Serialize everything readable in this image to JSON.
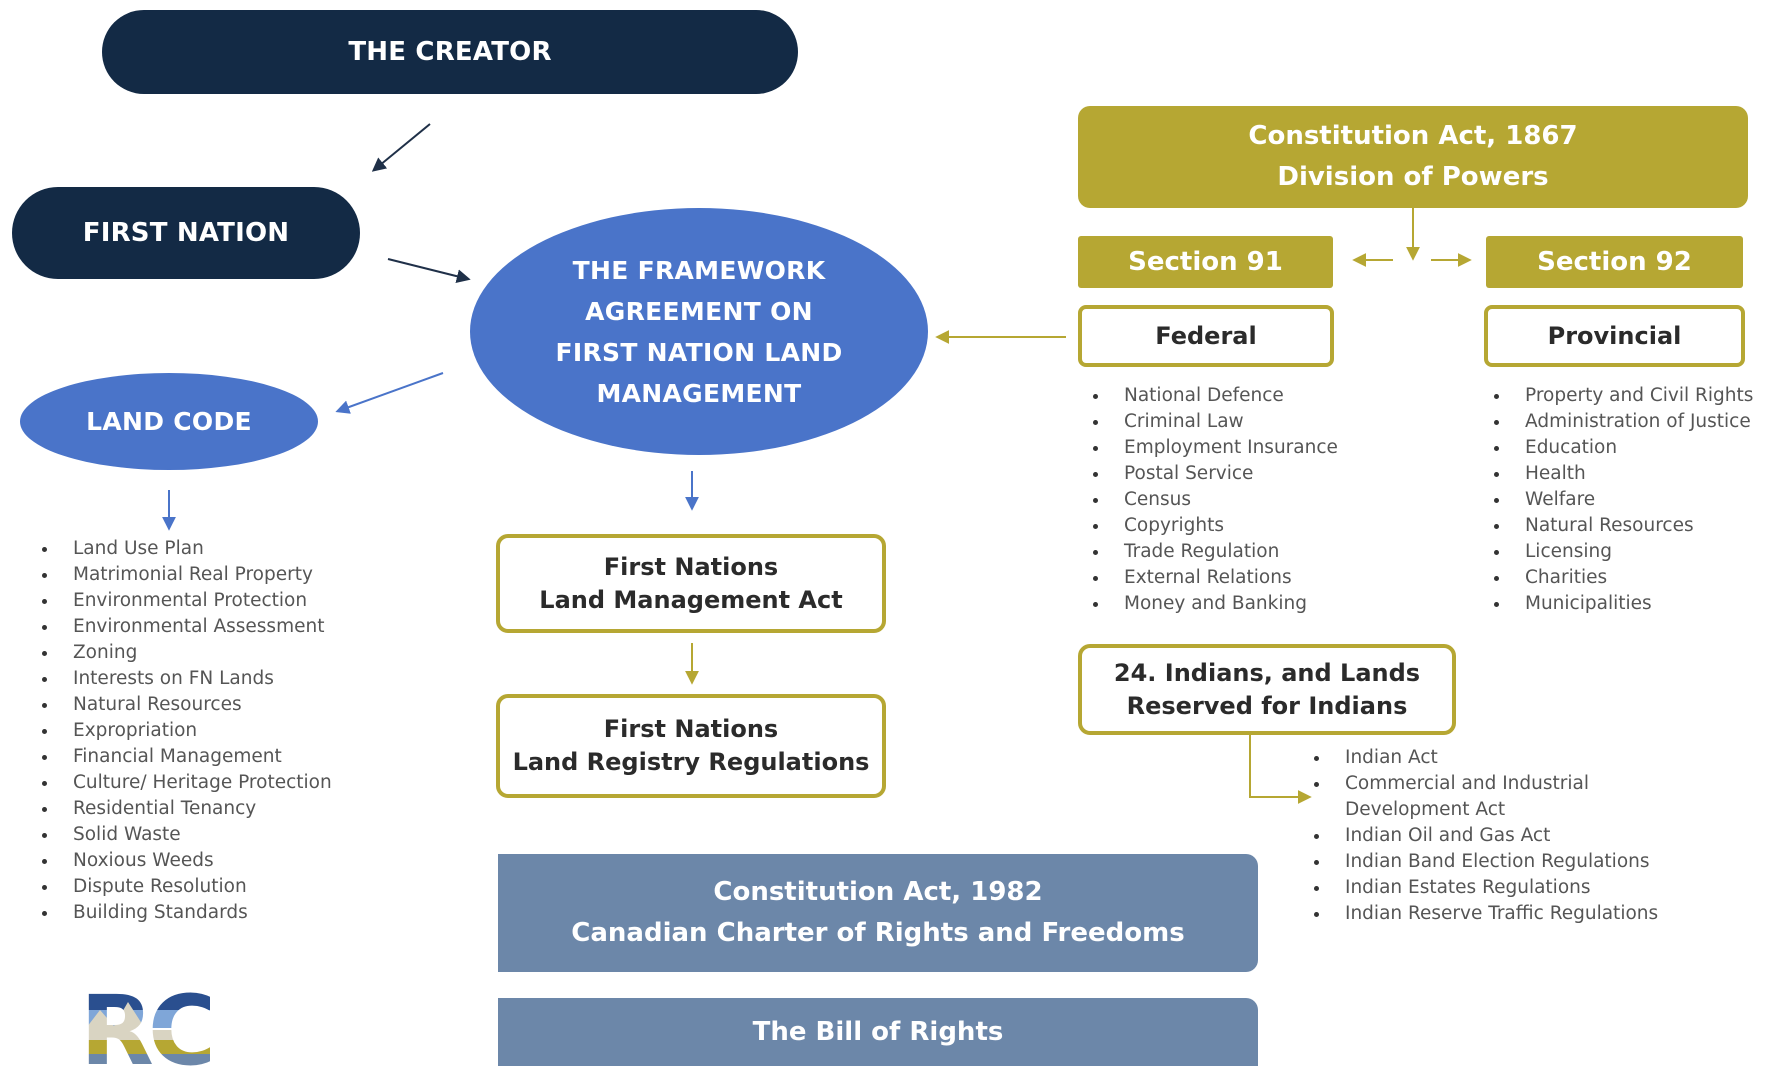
{
  "nodes": {
    "creator": "THE CREATOR",
    "first_nation": "FIRST NATION",
    "framework": [
      "THE FRAMEWORK",
      "AGREEMENT ON",
      "FIRST NATION LAND",
      "MANAGEMENT"
    ],
    "land_code": "LAND CODE",
    "fnlma": [
      "First Nations",
      "Land Management Act"
    ],
    "fnlrr": [
      "First Nations",
      "Land Registry Regulations"
    ],
    "constitution_1867": [
      "Constitution Act, 1867",
      "Division of Powers"
    ],
    "section_91": "Section 91",
    "section_92": "Section 92",
    "federal": "Federal",
    "provincial": "Provincial",
    "indians_lands": [
      "24. Indians, and Lands",
      "Reserved for Indians"
    ],
    "constitution_1982": [
      "Constitution Act, 1982",
      "Canadian Charter of Rights and Freedoms"
    ],
    "bill_of_rights": "The Bill of Rights"
  },
  "lists": {
    "land_code": [
      "Land Use Plan",
      "Matrimonial Real Property",
      "Environmental Protection",
      "Environmental Assessment",
      "Zoning",
      "Interests on FN Lands",
      "Natural Resources",
      "Expropriation",
      "Financial Management",
      "Culture/ Heritage Protection",
      "Residential Tenancy",
      "Solid Waste",
      "Noxious Weeds",
      "Dispute Resolution",
      "Building Standards"
    ],
    "federal": [
      "National Defence",
      "Criminal Law",
      "Employment Insurance",
      "Postal Service",
      "Census",
      "Copyrights",
      "Trade Regulation",
      "External Relations",
      "Money and Banking"
    ],
    "provincial": [
      "Property and Civil Rights",
      "Administration of Justice",
      "Education",
      "Health",
      "Welfare",
      "Natural Resources",
      "Licensing",
      "Charities",
      "Municipalities"
    ],
    "indian": [
      "Indian Act",
      "Commercial and Industrial",
      "Development Act",
      "Indian Oil and Gas Act",
      "Indian Band Election Regulations",
      "Indian Estates Regulations",
      "Indian Reserve Traffic Regulations"
    ]
  },
  "logo": {
    "text": "RC",
    "icon": "rc-logo-icon"
  },
  "colors": {
    "navy": "#132a45",
    "blue": "#4a74c9",
    "gold": "#b6a733",
    "slate": "#6c87a9"
  }
}
